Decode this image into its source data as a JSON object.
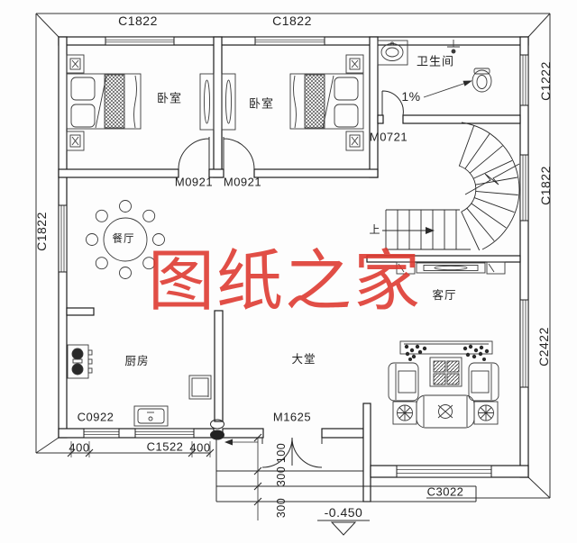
{
  "watermark": {
    "text": "图纸之家",
    "color": "#DE372D"
  },
  "rooms": {
    "bedroom_left": "卧室",
    "bedroom_mid": "卧室",
    "bathroom": "卫生间",
    "dining": "餐厅",
    "kitchen": "厨房",
    "hall": "大堂",
    "living": "客厅"
  },
  "stairs": {
    "up_label": "上"
  },
  "doors": {
    "bathroom": "M0721",
    "bedroom_left": "M0921",
    "bedroom_mid": "M0921",
    "entry": "M1625"
  },
  "windows": {
    "top_left": "C1822",
    "top_mid": "C1822",
    "right_top": "C1222",
    "right_mid": "C1822",
    "right_bottom": "C2422",
    "left": "C1822",
    "kitchen_left": "C0922",
    "kitchen_mid": "C1522",
    "bottom_right": "C3022"
  },
  "dimensions": {
    "kitchen_left_offset": "400",
    "kitchen_right_offset": "400",
    "step_depths": [
      "100",
      "300",
      "300"
    ],
    "entry_level": "-0.450",
    "slope": "1%"
  }
}
